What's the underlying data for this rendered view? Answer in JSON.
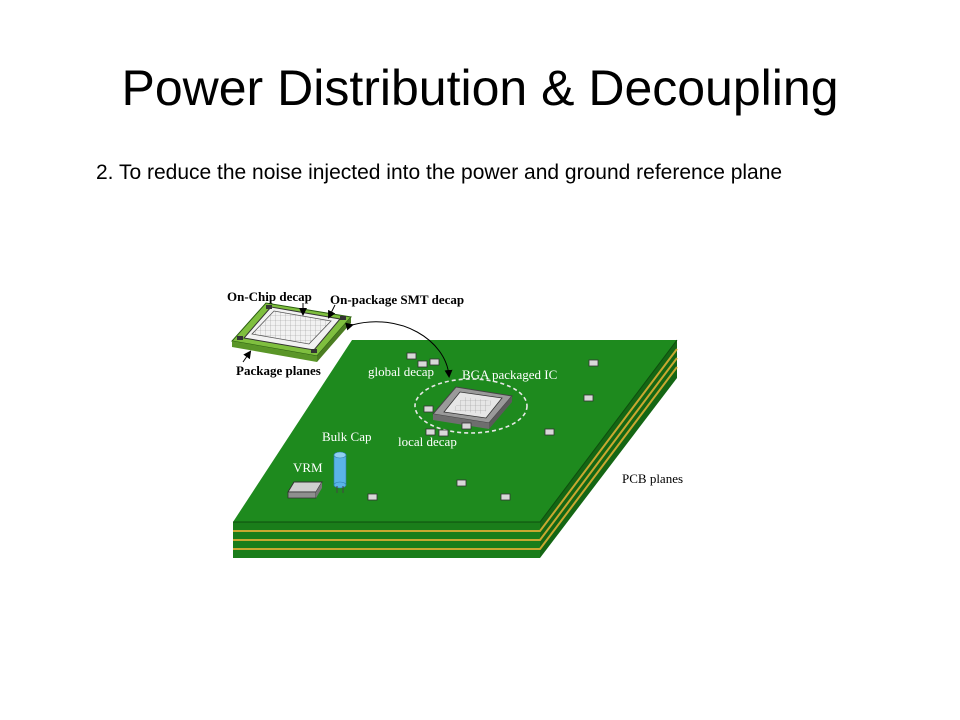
{
  "slide": {
    "title": "Power Distribution & Decoupling",
    "body": "2. To reduce the noise injected into the power and ground reference plane"
  },
  "diagram": {
    "colors": {
      "pcb_top": "#1e8a1e",
      "pcb_front": "#1a7d1a",
      "pcb_side": "#146614",
      "layer_stripe": "#c8a830",
      "bulk_cap": "#5ab4e8",
      "package": "#7fbf3f"
    },
    "labels": {
      "on_chip_decap": "On-Chip decap",
      "on_package_smt_decap": "On-package SMT decap",
      "package_planes": "Package planes",
      "global_decap": "global decap",
      "bga_packaged_ic": "BGA packaged IC",
      "bulk_cap": "Bulk Cap",
      "local_decap": "local decap",
      "vrm": "VRM",
      "pcb_planes": "PCB planes"
    }
  }
}
